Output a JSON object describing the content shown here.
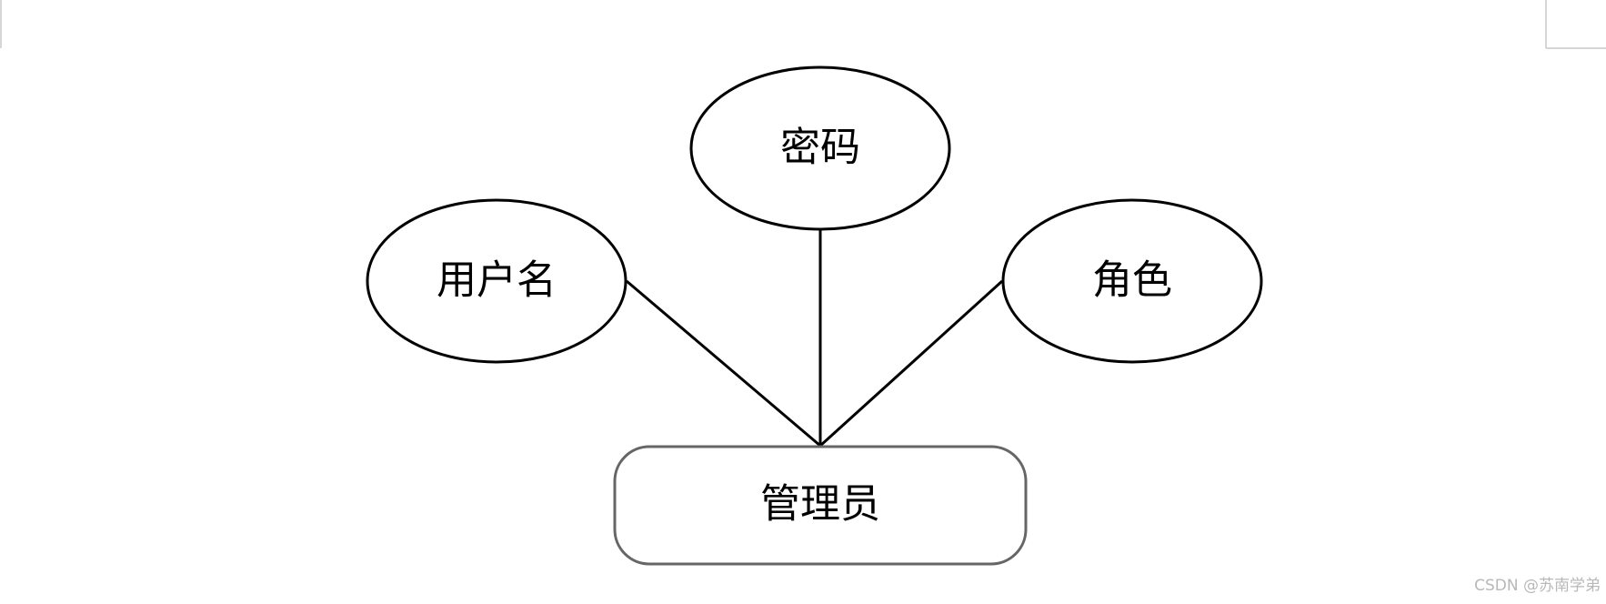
{
  "diagram": {
    "entity": {
      "label": "管理员"
    },
    "attributes": {
      "username": "用户名",
      "password": "密码",
      "role": "角色"
    }
  },
  "watermark": "CSDN @苏南学弟",
  "colors": {
    "stroke": "#000000",
    "entity_stroke": "#666666",
    "background": "#ffffff",
    "watermark": "#b8b8b8"
  }
}
